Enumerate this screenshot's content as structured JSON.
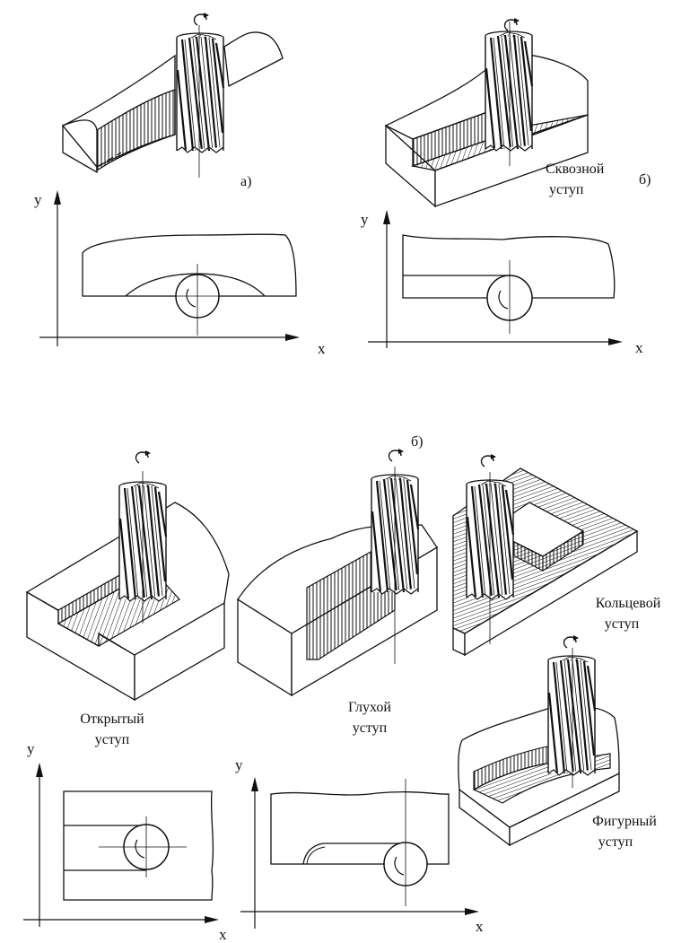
{
  "figures": {
    "a": {
      "caption": "а)"
    },
    "b_top": {
      "caption": "б)",
      "label_line1": "Сквозной",
      "label_line2": "уступ"
    },
    "b_mid": {
      "caption": "б)"
    },
    "ring": {
      "label_line1": "Кольцевой",
      "label_line2": "уступ"
    },
    "open": {
      "label_line1": "Открытый",
      "label_line2": "уступ"
    },
    "blind": {
      "label_line1": "Глухой",
      "label_line2": "уступ"
    },
    "shaped": {
      "label_line1": "Фигурный",
      "label_line2": "уступ"
    }
  },
  "axes": {
    "x": "x",
    "y": "y"
  }
}
